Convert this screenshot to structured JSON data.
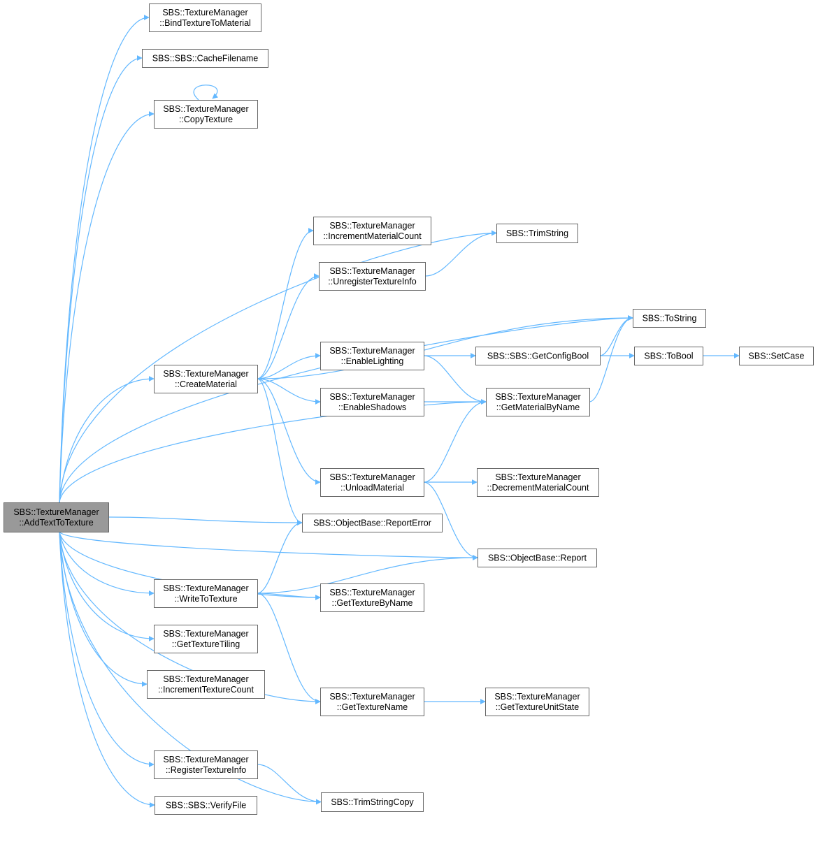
{
  "colors": {
    "edge": "#63b8ff",
    "node_border": "#666666",
    "node_fill": "#ffffff",
    "root_fill": "#999999",
    "text": "#000000"
  },
  "nodes": [
    {
      "id": "root",
      "lines": [
        "SBS::TextureManager",
        "::AddTextToTexture"
      ],
      "root": true
    },
    {
      "id": "bind",
      "lines": [
        "SBS::TextureManager",
        "::BindTextureToMaterial"
      ]
    },
    {
      "id": "cachefn",
      "lines": [
        "SBS::SBS::CacheFilename"
      ]
    },
    {
      "id": "copytex",
      "lines": [
        "SBS::TextureManager",
        "::CopyTexture"
      ]
    },
    {
      "id": "incmat",
      "lines": [
        "SBS::TextureManager",
        "::IncrementMaterialCount"
      ]
    },
    {
      "id": "trim",
      "lines": [
        "SBS::TrimString"
      ]
    },
    {
      "id": "unreg",
      "lines": [
        "SBS::TextureManager",
        "::UnregisterTextureInfo"
      ]
    },
    {
      "id": "tostring",
      "lines": [
        "SBS::ToString"
      ]
    },
    {
      "id": "createmat",
      "lines": [
        "SBS::TextureManager",
        "::CreateMaterial"
      ]
    },
    {
      "id": "enablelight",
      "lines": [
        "SBS::TextureManager",
        "::EnableLighting"
      ]
    },
    {
      "id": "getconfig",
      "lines": [
        "SBS::SBS::GetConfigBool"
      ]
    },
    {
      "id": "tobool",
      "lines": [
        "SBS::ToBool"
      ]
    },
    {
      "id": "setcase",
      "lines": [
        "SBS::SetCase"
      ]
    },
    {
      "id": "enableshadow",
      "lines": [
        "SBS::TextureManager",
        "::EnableShadows"
      ]
    },
    {
      "id": "getmat",
      "lines": [
        "SBS::TextureManager",
        "::GetMaterialByName"
      ]
    },
    {
      "id": "unloadmat",
      "lines": [
        "SBS::TextureManager",
        "::UnloadMaterial"
      ]
    },
    {
      "id": "decmat",
      "lines": [
        "SBS::TextureManager",
        "::DecrementMaterialCount"
      ]
    },
    {
      "id": "reporterr",
      "lines": [
        "SBS::ObjectBase::ReportError"
      ]
    },
    {
      "id": "report",
      "lines": [
        "SBS::ObjectBase::Report"
      ]
    },
    {
      "id": "writetex",
      "lines": [
        "SBS::TextureManager",
        "::WriteToTexture"
      ]
    },
    {
      "id": "gettexbyname",
      "lines": [
        "SBS::TextureManager",
        "::GetTextureByName"
      ]
    },
    {
      "id": "gettiling",
      "lines": [
        "SBS::TextureManager",
        "::GetTextureTiling"
      ]
    },
    {
      "id": "inctex",
      "lines": [
        "SBS::TextureManager",
        "::IncrementTextureCount"
      ]
    },
    {
      "id": "gettexname",
      "lines": [
        "SBS::TextureManager",
        "::GetTextureName"
      ]
    },
    {
      "id": "getunitstate",
      "lines": [
        "SBS::TextureManager",
        "::GetTextureUnitState"
      ]
    },
    {
      "id": "regtex",
      "lines": [
        "SBS::TextureManager",
        "::RegisterTextureInfo"
      ]
    },
    {
      "id": "verify",
      "lines": [
        "SBS::SBS::VerifyFile"
      ]
    },
    {
      "id": "trimcopy",
      "lines": [
        "SBS::TrimStringCopy"
      ]
    }
  ],
  "edges": [
    [
      "root",
      "bind"
    ],
    [
      "root",
      "cachefn"
    ],
    [
      "root",
      "copytex"
    ],
    [
      "copytex",
      "copytex"
    ],
    [
      "root",
      "tostring"
    ],
    [
      "root",
      "trim"
    ],
    [
      "root",
      "createmat"
    ],
    [
      "root",
      "getmat"
    ],
    [
      "root",
      "reporterr"
    ],
    [
      "root",
      "report"
    ],
    [
      "root",
      "writetex"
    ],
    [
      "root",
      "gettexbyname"
    ],
    [
      "root",
      "gettiling"
    ],
    [
      "root",
      "inctex"
    ],
    [
      "root",
      "gettexname"
    ],
    [
      "root",
      "regtex"
    ],
    [
      "root",
      "verify"
    ],
    [
      "root",
      "trimcopy"
    ],
    [
      "createmat",
      "incmat"
    ],
    [
      "createmat",
      "unreg"
    ],
    [
      "createmat",
      "tostring"
    ],
    [
      "createmat",
      "enablelight"
    ],
    [
      "createmat",
      "enableshadow"
    ],
    [
      "createmat",
      "unloadmat"
    ],
    [
      "createmat",
      "reporterr"
    ],
    [
      "unreg",
      "trim"
    ],
    [
      "enablelight",
      "getconfig"
    ],
    [
      "enablelight",
      "getmat"
    ],
    [
      "getconfig",
      "tostring"
    ],
    [
      "getconfig",
      "tobool"
    ],
    [
      "tobool",
      "setcase"
    ],
    [
      "enableshadow",
      "getmat"
    ],
    [
      "getmat",
      "tostring"
    ],
    [
      "unloadmat",
      "getmat"
    ],
    [
      "unloadmat",
      "decmat"
    ],
    [
      "unloadmat",
      "report"
    ],
    [
      "writetex",
      "reporterr"
    ],
    [
      "writetex",
      "gettexbyname"
    ],
    [
      "writetex",
      "report"
    ],
    [
      "writetex",
      "gettexname"
    ],
    [
      "gettexname",
      "getunitstate"
    ],
    [
      "regtex",
      "trimcopy"
    ]
  ]
}
